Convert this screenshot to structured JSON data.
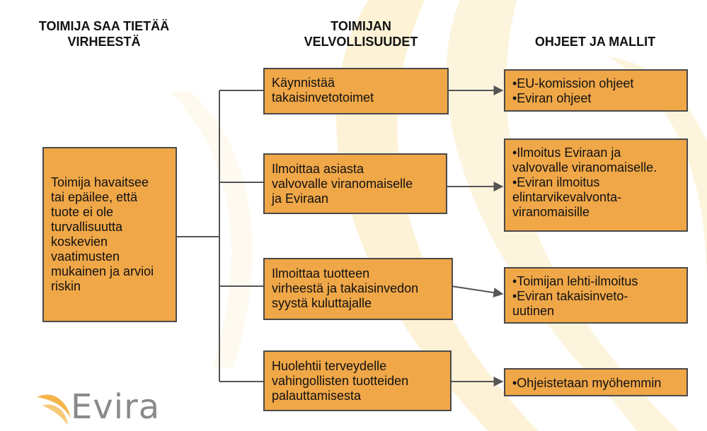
{
  "headers": {
    "col1": [
      "TOIMIJA SAA TIETÄÄ",
      "VIRHEESTÄ"
    ],
    "col2": [
      "TOIMIJAN",
      "VELVOLLISUUDET"
    ],
    "col3": [
      "OHJEET JA MALLIT"
    ]
  },
  "source_box": [
    "Toimija havaitsee",
    "tai epäilee, että",
    "tuote ei ole",
    "turvallisuutta",
    "koskevien",
    "vaatimusten",
    "mukainen ja arvioi",
    "riskin"
  ],
  "duties": [
    [
      "Käynnistää",
      "takaisinvetotoimet"
    ],
    [
      "Ilmoittaa asiasta",
      "valvovalle viranomaiselle",
      "ja Eviraan"
    ],
    [
      "Ilmoittaa tuotteen",
      "virheestä ja takaisinvedon",
      "syystä kuluttajalle"
    ],
    [
      "Huolehtii terveydelle",
      "vahingollisten tuotteiden",
      "palauttamisesta"
    ]
  ],
  "guides": [
    [
      "•EU-komission ohjeet",
      "•Eviran ohjeet"
    ],
    [
      "•Ilmoitus Eviraan ja",
      "valvovalle viranomaiselle.",
      "•Eviran ilmoitus",
      "elintarvikevalvonta-",
      "viranomaisille"
    ],
    [
      "•Toimijan lehti-ilmoitus",
      "•Eviran takaisinveto-",
      "uutinen"
    ],
    [
      "•Ohjeistetaan myöhemmin"
    ]
  ],
  "logo": {
    "text": "Evira"
  },
  "colors": {
    "box_fill": "#f0a748",
    "box_border": "#4a4a4a",
    "connector": "#555555",
    "swoosh": "#fcefc8"
  }
}
